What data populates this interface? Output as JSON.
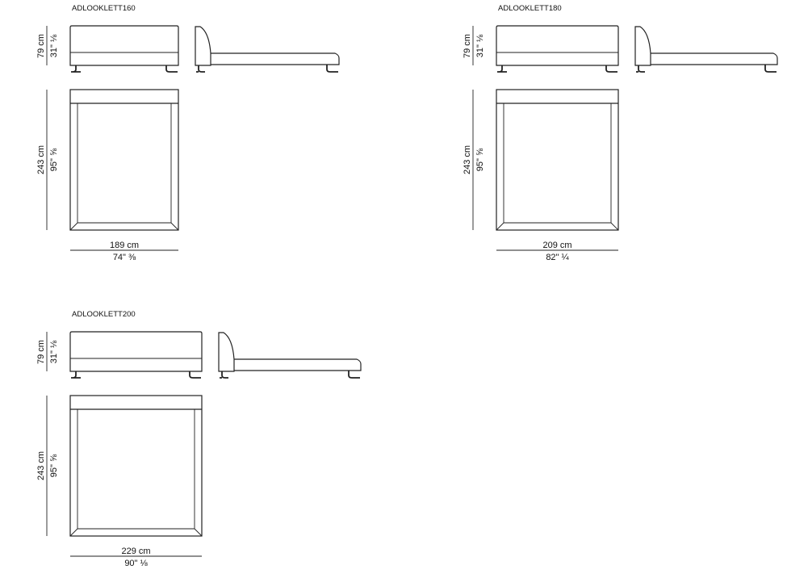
{
  "models": [
    {
      "code": "ADLOOKLETT160",
      "height_cm": "79 cm",
      "height_in": "31\" ⅛",
      "length_cm": "243 cm",
      "length_in": "95\" ⅝",
      "width_cm": "189 cm",
      "width_in": "74\" ⅜"
    },
    {
      "code": "ADLOOKLETT180",
      "height_cm": "79 cm",
      "height_in": "31\" ⅛",
      "length_cm": "243 cm",
      "length_in": "95\" ⅝",
      "width_cm": "209 cm",
      "width_in": "82\" ¼"
    },
    {
      "code": "ADLOOKLETT200",
      "height_cm": "79 cm",
      "height_in": "31\" ⅛",
      "length_cm": "243 cm",
      "length_in": "95\" ⅝",
      "width_cm": "229 cm",
      "width_in": "90\" ⅛"
    }
  ]
}
